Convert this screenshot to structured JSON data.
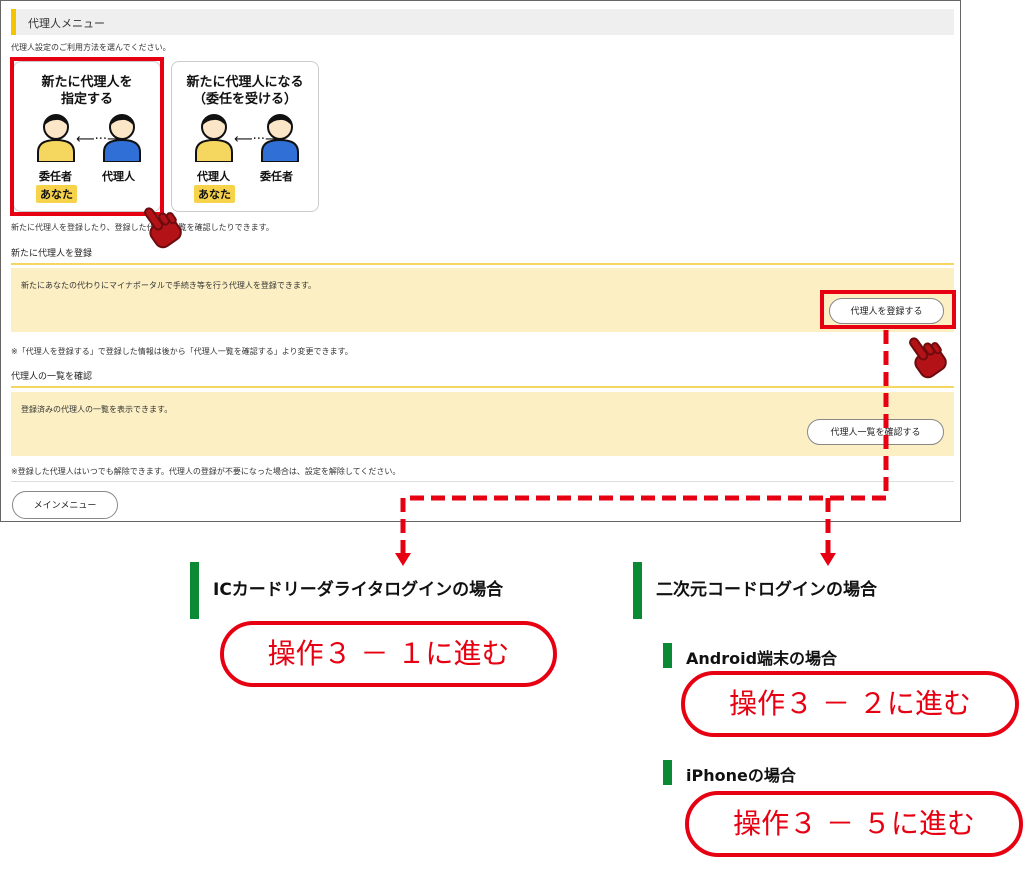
{
  "ui": {
    "menu_title": "代理人メニュー",
    "intro": "代理人設定のご利用方法を選んでください。",
    "card_designate": {
      "title_line1": "新たに代理人を",
      "title_line2": "指定する",
      "left_role": "委任者",
      "left_badge": "あなた",
      "right_role": "代理人",
      "arrow": "⟵···⟶"
    },
    "card_become": {
      "title_line1": "新たに代理人になる",
      "title_line2": "（委任を受ける）",
      "left_role": "代理人",
      "left_badge": "あなた",
      "right_role": "委任者",
      "arrow": "⟵···⟶"
    },
    "card_note": "新たに代理人を登録したり、登録した代理人一覧を確認したりできます。",
    "register_section": {
      "title": "新たに代理人を登録",
      "description": "新たにあなたの代わりにマイナポータルで手続き等を行う代理人を登録できます。",
      "button": "代理人を登録する",
      "note": "※「代理人を登録する」で登録した情報は後から「代理人一覧を確認する」より変更できます。"
    },
    "list_section": {
      "title": "代理人の一覧を確認",
      "description": "登録済みの代理人の一覧を表示できます。",
      "button": "代理人一覧を確認する",
      "note": "※登録した代理人はいつでも解除できます。代理人の登録が不要になった場合は、設定を解除してください。"
    },
    "main_menu_button": "メインメニュー"
  },
  "guide": {
    "ic_heading": "ICカードリーダライタログインの場合",
    "ic_action": "操作３ － １に進む",
    "qr_heading": "二次元コードログインの場合",
    "android_heading": "Android端末の場合",
    "android_action": "操作３ － ２に進む",
    "iphone_heading": "iPhoneの場合",
    "iphone_action": "操作３ － ５に進む"
  },
  "colors": {
    "accent_red": "#e60012",
    "panel_yellow": "#fbefc3",
    "header_bar_yellow": "#f5c400",
    "heading_green": "#0a8a34",
    "person_yellow": "#f5d65e",
    "person_blue": "#2f6fd6"
  },
  "icons": [
    "person-icon",
    "double-arrow-icon",
    "pointing-hand-icon",
    "dashed-arrow-connector"
  ]
}
